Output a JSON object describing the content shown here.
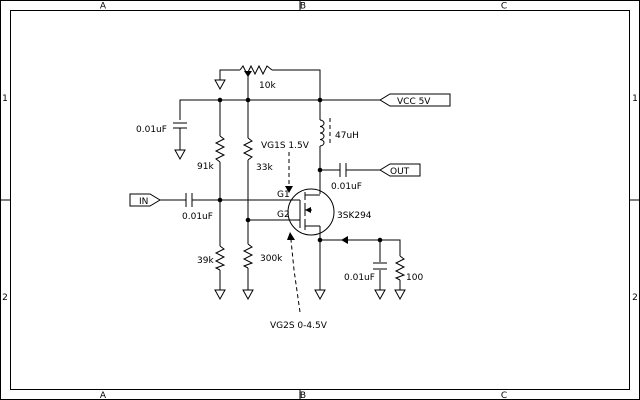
{
  "frame": {
    "col_labels": [
      "A",
      "B",
      "C"
    ],
    "row_labels": [
      "1",
      "2"
    ]
  },
  "ports": {
    "vcc": "VCC 5V",
    "out": "OUT",
    "in": "IN"
  },
  "components": {
    "pot": "10k",
    "r_bias_top": "91k",
    "r_bias_bottom": "39k",
    "r_g2_top": "33k",
    "r_g2_bottom": "300k",
    "r_source": "100",
    "c_supply": "0.01uF",
    "c_input": "0.01uF",
    "c_output": "0.01uF",
    "c_source": "0.01uF",
    "inductor": "47uH",
    "transistor": "3SK294"
  },
  "pins": {
    "g1": "G1",
    "g2": "G2"
  },
  "annotations": {
    "vg1s": "VG1S 1.5V",
    "vg2s": "VG2S 0-4.5V"
  },
  "icons": [
    "ground-icon",
    "resistor-icon",
    "capacitor-icon",
    "inductor-icon",
    "mosfet-icon",
    "arrow-icon"
  ]
}
